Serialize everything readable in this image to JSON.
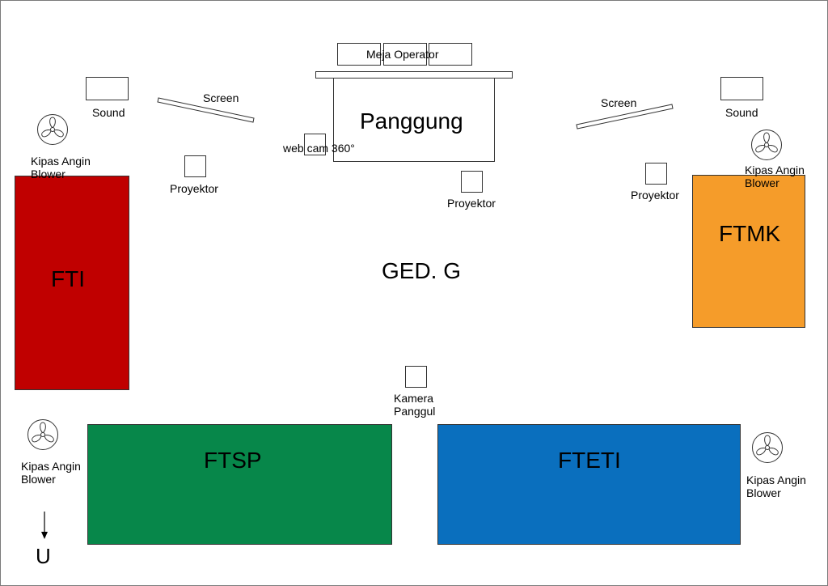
{
  "hall": {
    "title": "GED. G",
    "stage_label": "Panggung",
    "operator_desk_label": "Meja Operator",
    "webcam_label": "web cam 360°",
    "camera_label_line1": "Kamera",
    "camera_label_line2": "Panggul",
    "compass_label": "U"
  },
  "equipment": {
    "sound_left": "Sound",
    "sound_right": "Sound",
    "screen_left": "Screen",
    "screen_right": "Screen",
    "projector_left": "Proyektor",
    "projector_center": "Proyektor",
    "projector_right": "Proyektor"
  },
  "fans": [
    {
      "line1": "Kipas Angin",
      "line2": "Blower"
    },
    {
      "line1": "Kipas Angin",
      "line2": "Blower"
    },
    {
      "line1": "Kipas Angin",
      "line2": "Blower"
    },
    {
      "line1": "Kipas Angin",
      "line2": "Blower"
    }
  ],
  "zones": [
    {
      "label": "FTI",
      "color": "#c00000"
    },
    {
      "label": "FTMK",
      "color": "#f59c2a"
    },
    {
      "label": "FTSP",
      "color": "#07874a"
    },
    {
      "label": "FTETI",
      "color": "#0a6fbe"
    }
  ]
}
